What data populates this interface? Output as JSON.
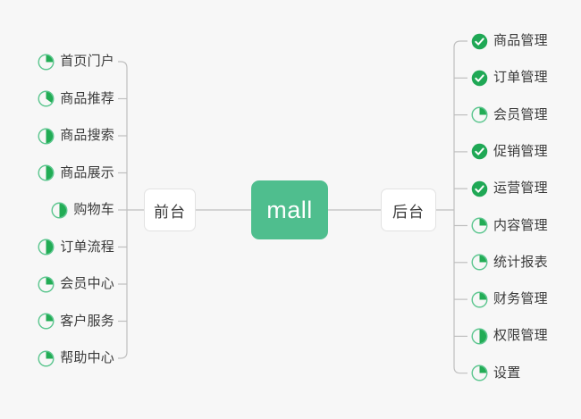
{
  "diagram": {
    "type": "mind-map",
    "title": "mall",
    "background_color": "#f7f7f7",
    "root": {
      "label": "mall",
      "fill_color": "#4fbe8e",
      "text_color": "#ffffff"
    },
    "branches": [
      {
        "label": "前台",
        "side": "left"
      },
      {
        "label": "后台",
        "side": "right"
      }
    ],
    "connector_color": "#bfbfbf",
    "icon_colors": {
      "progress_stroke": "#5cc68f",
      "progress_fill": "#22ac55",
      "done_fill": "#1fa855",
      "done_check": "#ffffff"
    },
    "left_items": [
      {
        "label": "首页门户",
        "status": "progress",
        "percent": 25
      },
      {
        "label": "商品推荐",
        "status": "progress",
        "percent": 35
      },
      {
        "label": "商品搜索",
        "status": "progress",
        "percent": 50
      },
      {
        "label": "商品展示",
        "status": "progress",
        "percent": 50
      },
      {
        "label": "购物车",
        "status": "progress",
        "percent": 50
      },
      {
        "label": "订单流程",
        "status": "progress",
        "percent": 50
      },
      {
        "label": "会员中心",
        "status": "progress",
        "percent": 25
      },
      {
        "label": "客户服务",
        "status": "progress",
        "percent": 25
      },
      {
        "label": "帮助中心",
        "status": "progress",
        "percent": 25
      }
    ],
    "right_items": [
      {
        "label": "商品管理",
        "status": "done",
        "percent": 100
      },
      {
        "label": "订单管理",
        "status": "done",
        "percent": 100
      },
      {
        "label": "会员管理",
        "status": "progress",
        "percent": 25
      },
      {
        "label": "促销管理",
        "status": "done",
        "percent": 100
      },
      {
        "label": "运营管理",
        "status": "done",
        "percent": 100
      },
      {
        "label": "内容管理",
        "status": "progress",
        "percent": 25
      },
      {
        "label": "统计报表",
        "status": "progress",
        "percent": 25
      },
      {
        "label": "财务管理",
        "status": "progress",
        "percent": 25
      },
      {
        "label": "权限管理",
        "status": "progress",
        "percent": 50
      },
      {
        "label": "设置",
        "status": "progress",
        "percent": 25
      }
    ]
  }
}
